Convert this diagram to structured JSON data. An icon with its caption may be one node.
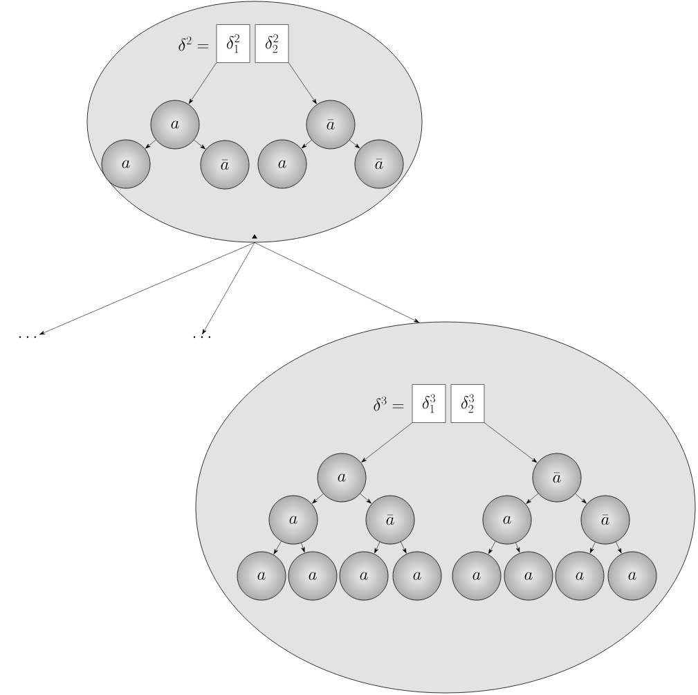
{
  "diagram": {
    "nodes": [
      {
        "text": [
          "\\delta^2 ="
        ]
      },
      {
        "text": [
          "\\delta^2_1"
        ],
        "in": 0
      },
      {
        "text": [
          "\\delta^2_2"
        ],
        "in": 0
      },
      {
        "text": [
          "a"
        ],
        "in": 0
      },
      {
        "text": [
          "\\bar{a}"
        ],
        "in": 0
      },
      {
        "text": [
          "a"
        ],
        "in": 0
      },
      {
        "text": [
          "\\bar{a}"
        ],
        "in": 0
      },
      {
        "text": [
          "a"
        ],
        "in": 0
      },
      {
        "text": [
          "\\bar{a}"
        ],
        "in": 0
      },
      {
        "text": [
          "\\dots"
        ]
      },
      {
        "text": [
          "\\dots"
        ]
      },
      {
        "text": [
          "\\delta^3 ="
        ]
      },
      {
        "text": [
          "\\delta^3_1"
        ],
        "in": 11
      },
      {
        "text": [
          "\\delta^3_2"
        ],
        "in": 11
      },
      {
        "text": [
          "a"
        ],
        "in": 11
      },
      {
        "text": [
          "\\bar{a}"
        ],
        "in": 11
      },
      {
        "text": [
          "a"
        ],
        "in": 11
      },
      {
        "text": [
          "\\bar{a}"
        ],
        "in": 11
      },
      {
        "text": [
          "a"
        ],
        "in": 11
      },
      {
        "text": [
          "\\bar{a}"
        ],
        "in": 11
      },
      {
        "text": [
          "a"
        ],
        "in": 11
      },
      {
        "text": [
          "a"
        ],
        "in": 11
      },
      {
        "text": [
          "a"
        ],
        "in": 11
      },
      {
        "text": [
          "a"
        ],
        "in": 11
      },
      {
        "text": [
          "a"
        ],
        "in": 11
      },
      {
        "text": [
          "a"
        ],
        "in": 11
      },
      {
        "text": [
          "a"
        ],
        "in": 11
      },
      {
        "text": [
          "a"
        ],
        "in": 11
      }
    ],
    "edges": [
      {
        "from": 0,
        "to": 9,
        "arrow": "to"
      },
      {
        "from": 0,
        "to": 10,
        "arrow": "to"
      },
      {
        "from": 0,
        "to": 11,
        "arrow": "to"
      },
      {
        "from": 1,
        "to": 3,
        "arrow": "to"
      },
      {
        "from": 2,
        "to": 4,
        "arrow": "to"
      },
      {
        "from": 3,
        "to": 5,
        "arrow": "to"
      },
      {
        "from": 3,
        "to": 6,
        "arrow": "to"
      },
      {
        "from": 4,
        "to": 7,
        "arrow": "to"
      },
      {
        "from": 4,
        "to": 8,
        "arrow": "to"
      },
      {
        "from": 12,
        "to": 14,
        "arrow": "to"
      },
      {
        "from": 13,
        "to": 15,
        "arrow": "to"
      },
      {
        "from": 14,
        "to": 16,
        "arrow": "to"
      },
      {
        "from": 14,
        "to": 17,
        "arrow": "to"
      },
      {
        "from": 15,
        "to": 18,
        "arrow": "to"
      },
      {
        "from": 15,
        "to": 19,
        "arrow": "to"
      },
      {
        "from": 16,
        "to": 20,
        "arrow": "to"
      },
      {
        "from": 16,
        "to": 21,
        "arrow": "to"
      },
      {
        "from": 17,
        "to": 22,
        "arrow": "to"
      },
      {
        "from": 17,
        "to": 23,
        "arrow": "to"
      },
      {
        "from": 18,
        "to": 24,
        "arrow": "to"
      },
      {
        "from": 18,
        "to": 25,
        "arrow": "to"
      },
      {
        "from": 19,
        "to": 26,
        "arrow": "to"
      },
      {
        "from": 19,
        "to": 27,
        "arrow": "to"
      }
    ]
  }
}
